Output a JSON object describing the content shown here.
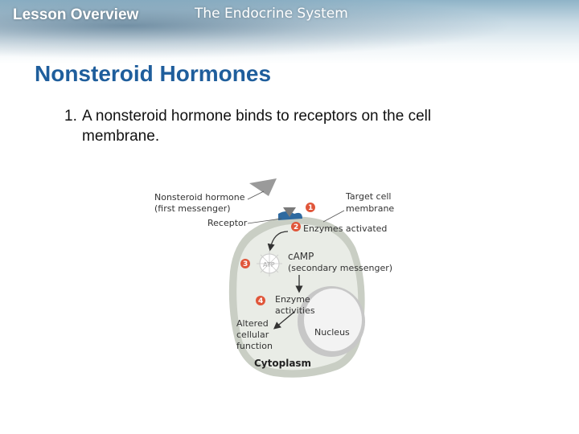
{
  "header": {
    "lesson_label": "Lesson Overview",
    "topic": "The Endocrine System"
  },
  "slide": {
    "title": "Nonsteroid Hormones",
    "point_number": "1.",
    "point_line1": "A nonsteroid hormone binds to receptors on the cell",
    "point_line2": "membrane."
  },
  "diagram": {
    "hormone_label_1": "Nonsteroid hormone",
    "hormone_label_2": "(first messenger)",
    "receptor_label": "Receptor",
    "target_label_1": "Target cell",
    "target_label_2": "membrane",
    "enzymes_label": "Enzymes activated",
    "atp_label": "ATP",
    "camp_label_1": "cAMP",
    "camp_label_2": "(secondary messenger)",
    "enzyme_act_1": "Enzyme",
    "enzyme_act_2": "activities",
    "altered_1": "Altered",
    "altered_2": "cellular",
    "altered_3": "function",
    "nucleus_label": "Nucleus",
    "cytoplasm_label": "Cytoplasm",
    "steps": [
      "1",
      "2",
      "3",
      "4"
    ],
    "colors": {
      "cell_fill": "#e9ece6",
      "membrane": "#c9cec4",
      "receptor": "#2f6aa0",
      "step_circle": "#e0563a",
      "nucleus": "#f3f3f3"
    }
  }
}
